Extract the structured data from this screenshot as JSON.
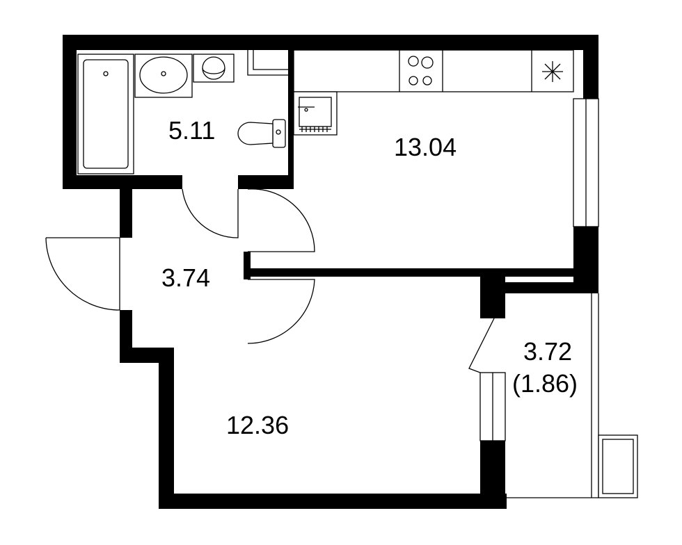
{
  "rooms": {
    "bathroom": {
      "area": "5.11"
    },
    "kitchen": {
      "area": "13.04"
    },
    "hallway": {
      "area": "3.74"
    },
    "bedroom": {
      "area": "12.36"
    },
    "balcony": {
      "area": "3.72",
      "reduced_area": "(1.86)"
    }
  },
  "colors": {
    "wall": "#000000",
    "background": "#ffffff"
  }
}
